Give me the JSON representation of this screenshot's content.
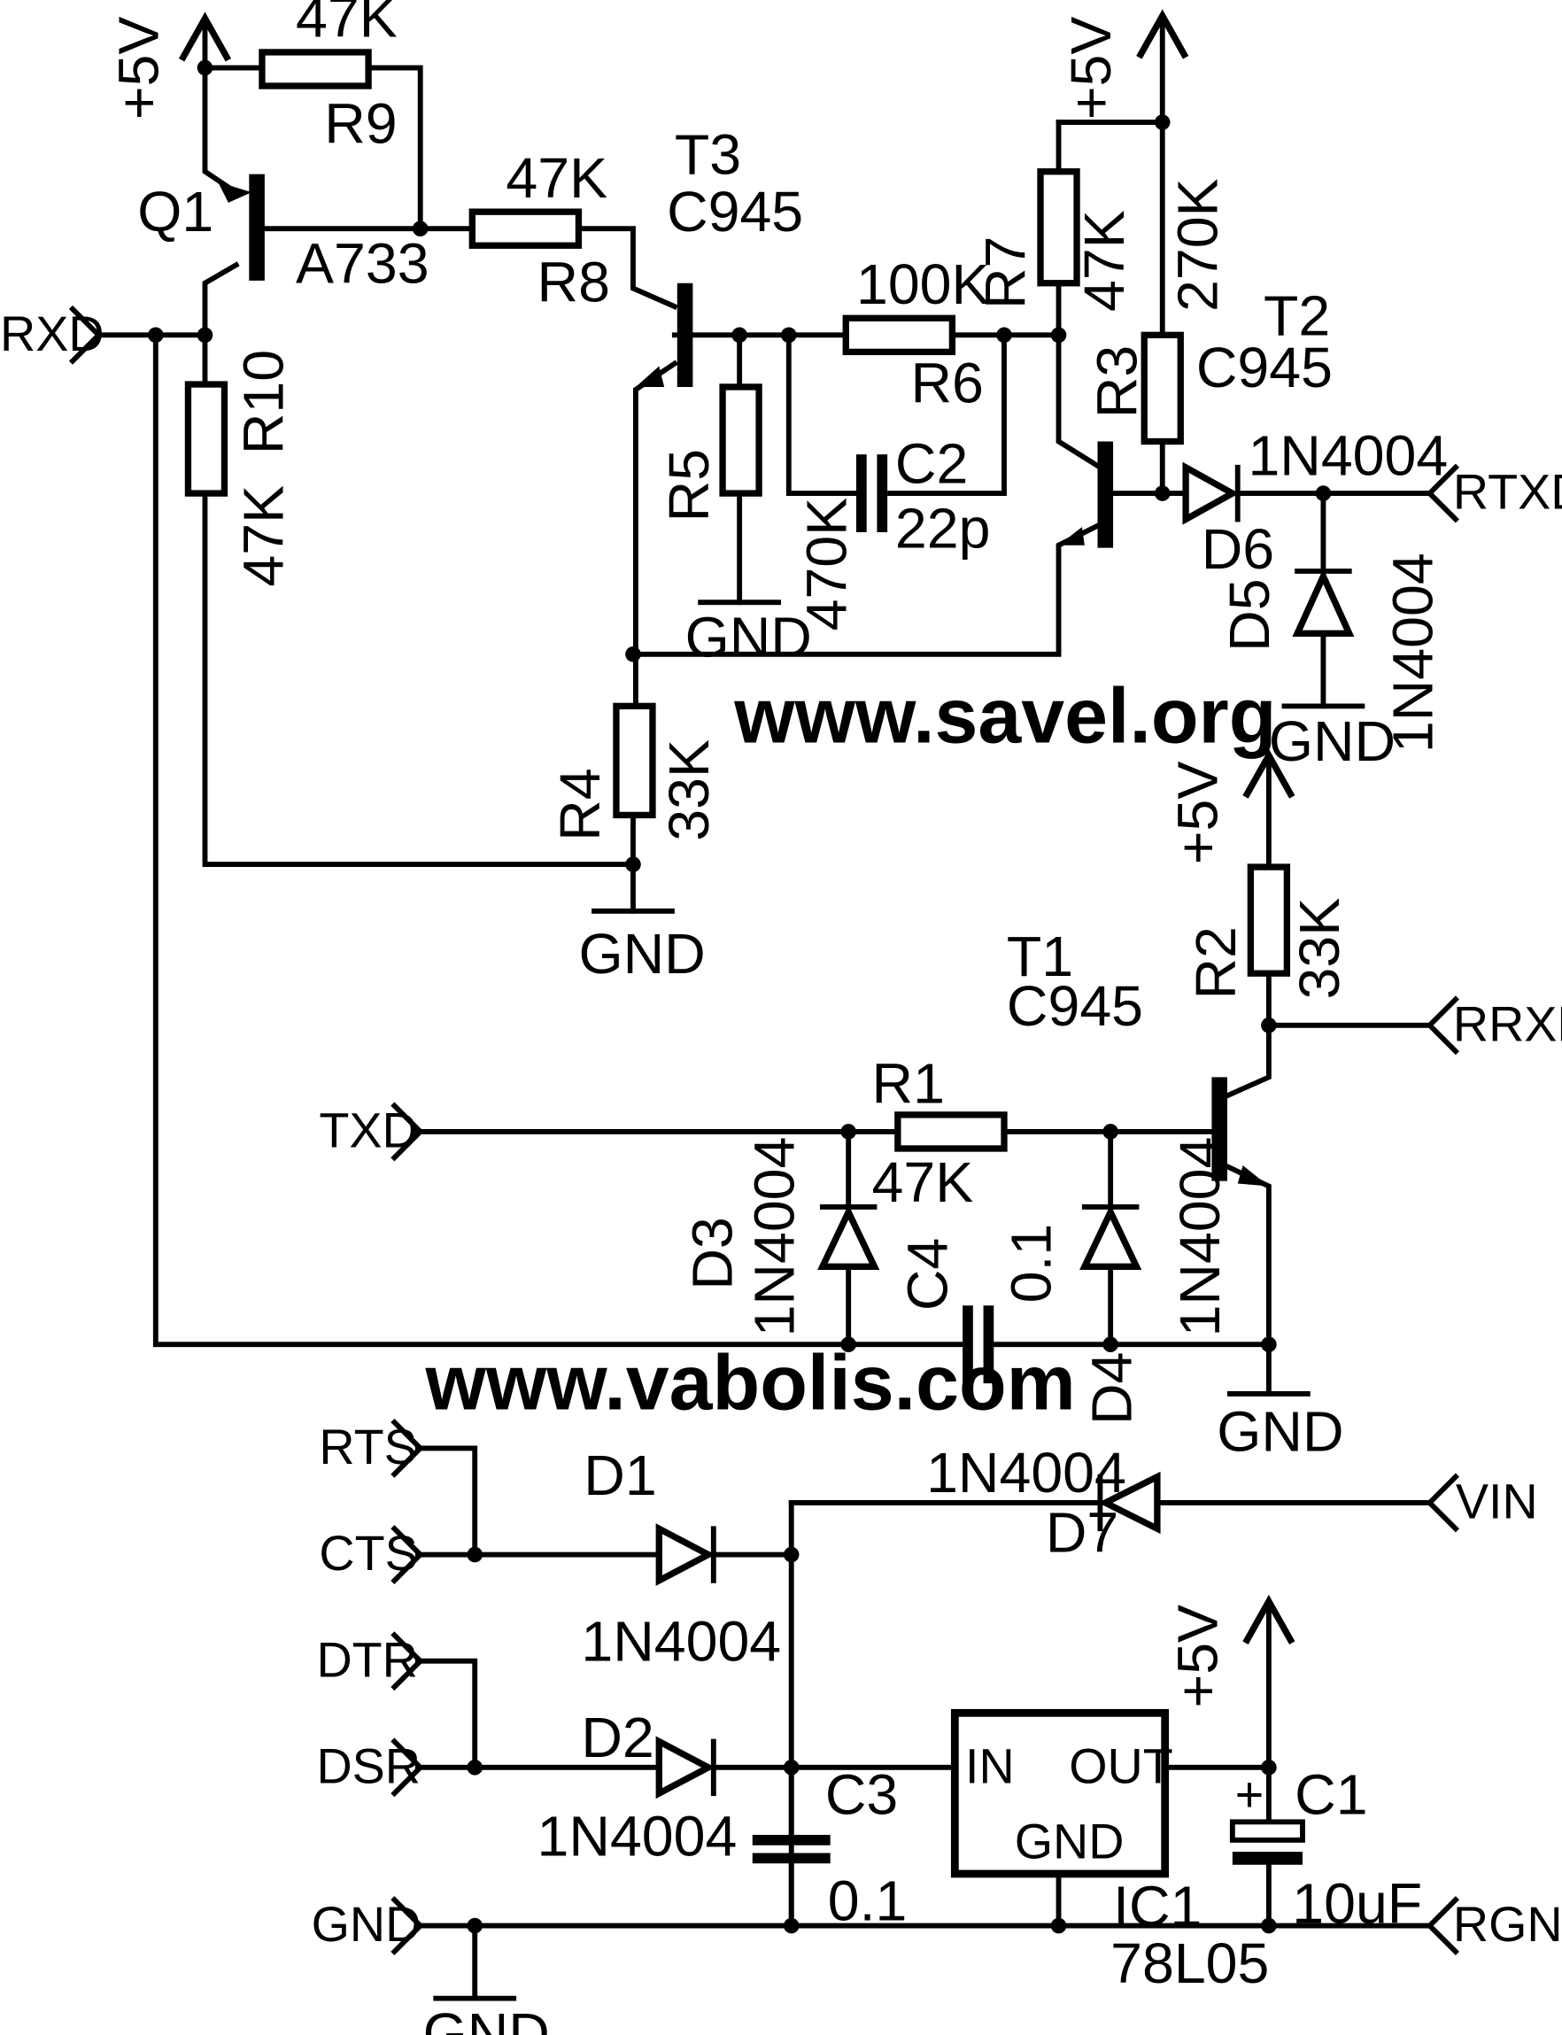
{
  "url_top": "www.savel.org",
  "url_bottom": "www.vabolis.com",
  "ports": {
    "rxd": "RXD",
    "txd": "TXD",
    "rts": "RTS",
    "cts": "CTS",
    "dtr": "DTR",
    "dsr": "DSR",
    "gnd": "GND",
    "rtxd": "RTXD",
    "rrxd": "RRXD",
    "vin": "VIN",
    "rgnd": "RGND"
  },
  "supply": "+5V",
  "ground": "GND",
  "components": {
    "q1": {
      "ref": "Q1",
      "part": "A733"
    },
    "t1": {
      "ref": "T1",
      "part": "C945"
    },
    "t2": {
      "ref": "T2",
      "part": "C945"
    },
    "t3": {
      "ref": "T3",
      "part": "C945"
    },
    "r1": {
      "ref": "R1",
      "value": "47K"
    },
    "r2": {
      "ref": "R2",
      "value": "33K"
    },
    "r3": {
      "ref": "R3",
      "value": "270K"
    },
    "r4": {
      "ref": "R4",
      "value": "33K"
    },
    "r5": {
      "ref": "R5",
      "value": "470K"
    },
    "r6": {
      "ref": "R6",
      "value": "100K"
    },
    "r7": {
      "ref": "R7",
      "value": "47K"
    },
    "r8": {
      "ref": "R8",
      "value": "47K"
    },
    "r9": {
      "ref": "R9",
      "value": "47K"
    },
    "r10": {
      "ref": "R10",
      "value": "47K"
    },
    "c1": {
      "ref": "C1",
      "value": "10uF",
      "polarity": "+"
    },
    "c2": {
      "ref": "C2",
      "value": "22p"
    },
    "c3": {
      "ref": "C3",
      "value": "0.1"
    },
    "c4": {
      "ref": "C4",
      "value": "0.1"
    },
    "d1": {
      "ref": "D1",
      "part": "1N4004"
    },
    "d2": {
      "ref": "D2",
      "part": "1N4004"
    },
    "d3": {
      "ref": "D3",
      "part": "1N4004"
    },
    "d4": {
      "ref": "D4",
      "part": "1N4004"
    },
    "d5": {
      "ref": "D5",
      "part": "1N4004"
    },
    "d6": {
      "ref": "D6",
      "part": "1N4004"
    },
    "d7": {
      "ref": "D7",
      "part": "1N4004"
    },
    "ic1": {
      "ref": "IC1",
      "part": "78L05",
      "pin_in": "IN",
      "pin_out": "OUT",
      "pin_gnd": "GND"
    }
  }
}
